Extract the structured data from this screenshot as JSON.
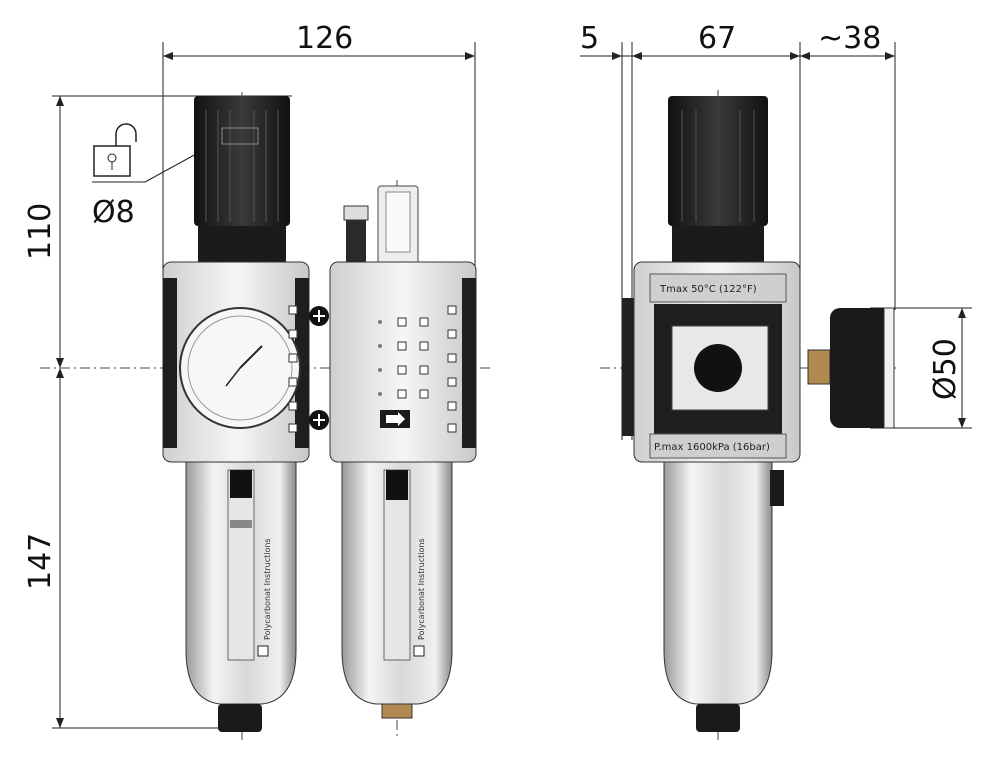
{
  "dimensions": {
    "front_width": "126",
    "side_offset": "5",
    "side_body": "67",
    "side_gauge": "~38",
    "height_top": "110",
    "height_bottom": "147",
    "lock_diameter": "Ø8",
    "gauge_diameter": "Ø50"
  },
  "labels": {
    "bowl_text_left": "Polycarbonat Instructions",
    "bowl_text_right": "Polycarbonat Instructions",
    "temp_max": "Tmax 50°C (122°F)",
    "pressure_max": "P.max 1600kPa (16bar)"
  },
  "icons": {
    "lock": "unlocked-padlock-icon",
    "plus": "plus-icon",
    "arrow": "flow-arrow-icon"
  }
}
